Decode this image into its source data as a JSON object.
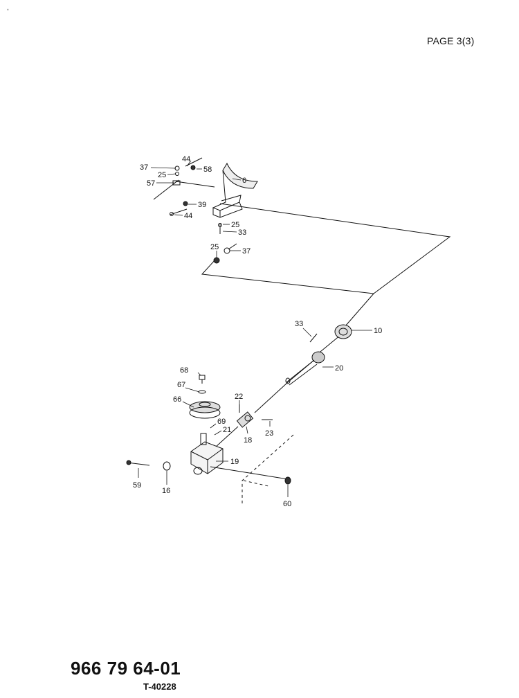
{
  "header": {
    "page_label": "PAGE 3(3)",
    "corner_mark": ","
  },
  "footer": {
    "part_number": "966 79 64-01",
    "drawing_number": "T-40228"
  },
  "callouts": [
    "37",
    "44",
    "25",
    "58",
    "57",
    "6",
    "39",
    "44",
    "25",
    "33",
    "25",
    "37",
    "33",
    "10",
    "20",
    "68",
    "67",
    "66",
    "22",
    "69",
    "21",
    "18",
    "23",
    "19",
    "59",
    "16",
    "60"
  ]
}
